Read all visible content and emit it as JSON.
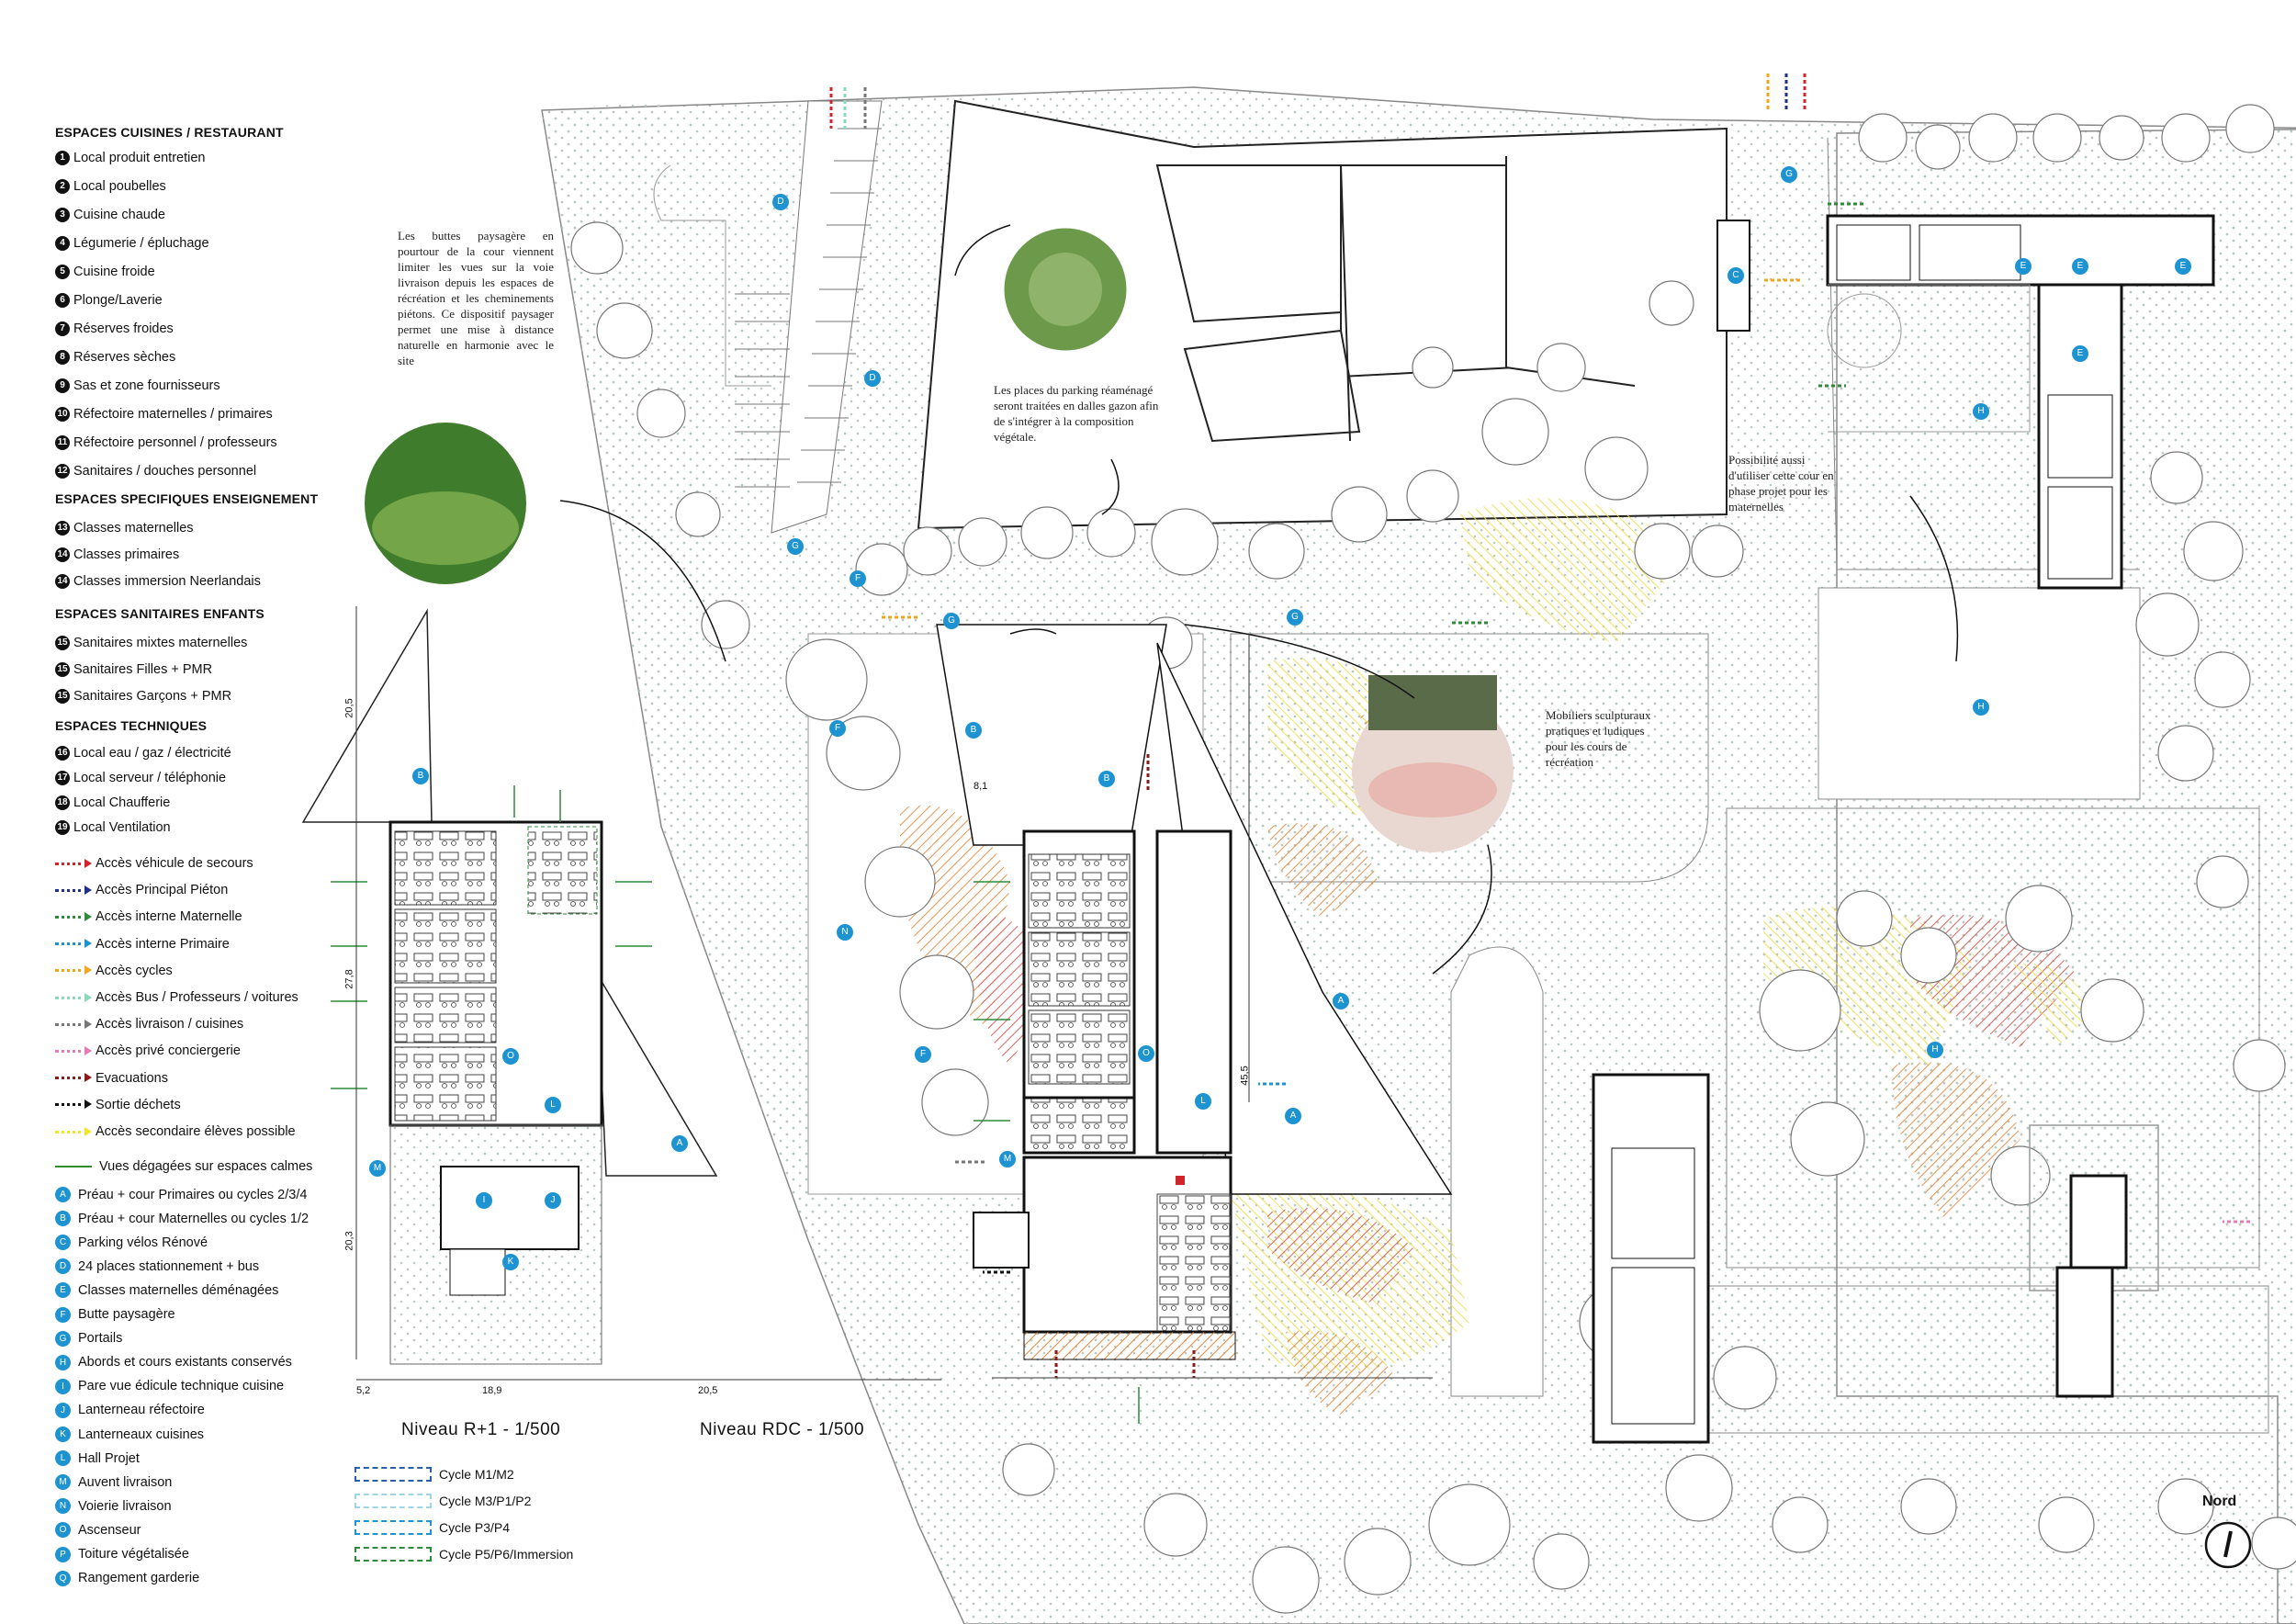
{
  "legend": {
    "cuisines_title": "ESPACES CUISINES / RESTAURANT",
    "cuisines": [
      {
        "n": "1",
        "label": "Local produit entretien"
      },
      {
        "n": "2",
        "label": "Local poubelles"
      },
      {
        "n": "3",
        "label": "Cuisine chaude"
      },
      {
        "n": "4",
        "label": "Légumerie / épluchage"
      },
      {
        "n": "5",
        "label": "Cuisine froide"
      },
      {
        "n": "6",
        "label": "Plonge/Laverie"
      },
      {
        "n": "7",
        "label": "Réserves froides"
      },
      {
        "n": "8",
        "label": "Réserves sèches"
      },
      {
        "n": "9",
        "label": "Sas et zone fournisseurs"
      },
      {
        "n": "10",
        "label": "Réfectoire maternelles / primaires"
      },
      {
        "n": "11",
        "label": "Réfectoire personnel / professeurs"
      },
      {
        "n": "12",
        "label": "Sanitaires / douches personnel"
      }
    ],
    "enseignement_title": "ESPACES SPECIFIQUES ENSEIGNEMENT",
    "enseignement": [
      {
        "n": "13",
        "label": "Classes maternelles"
      },
      {
        "n": "14",
        "label": "Classes primaires"
      },
      {
        "n": "14",
        "label": "Classes immersion Neerlandais"
      }
    ],
    "sanitaires_title": "ESPACES SANITAIRES ENFANTS",
    "sanitaires": [
      {
        "n": "15",
        "label": "Sanitaires mixtes maternelles"
      },
      {
        "n": "15",
        "label": "Sanitaires Filles + PMR"
      },
      {
        "n": "15",
        "label": "Sanitaires Garçons + PMR"
      }
    ],
    "techniques_title": "ESPACES TECHNIQUES",
    "techniques": [
      {
        "n": "16",
        "label": "Local eau / gaz / électricité"
      },
      {
        "n": "17",
        "label": "Local serveur / téléphonie"
      },
      {
        "n": "18",
        "label": "Local Chaufferie"
      },
      {
        "n": "19",
        "label": "Local Ventilation"
      }
    ],
    "acces": [
      {
        "color": "#d0242a",
        "label": "Accès véhicule de secours"
      },
      {
        "color": "#1f2f8c",
        "label": "Accès Principal Piéton"
      },
      {
        "color": "#2e8b3a",
        "label": "Accès interne Maternelle"
      },
      {
        "color": "#1e93d2",
        "label": "Accès interne Primaire"
      },
      {
        "color": "#f1a51c",
        "label": "Accès cycles"
      },
      {
        "color": "#8ad9b8",
        "label": "Accès Bus / Professeurs / voitures"
      },
      {
        "color": "#777777",
        "label": "Accès livraison / cuisines"
      },
      {
        "color": "#e97bb4",
        "label": "Accès privé conciergerie"
      },
      {
        "color": "#8b1a1a",
        "label": "Evacuations"
      },
      {
        "color": "#111111",
        "label": "Sortie déchets"
      },
      {
        "color": "#f3e52a",
        "label": "Accès secondaire élèves possible"
      }
    ],
    "vues_label": "Vues dégagées sur espaces calmes",
    "lettres": [
      {
        "l": "A",
        "label": "Préau + cour Primaires ou cycles 2/3/4"
      },
      {
        "l": "B",
        "label": "Préau + cour Maternelles ou cycles 1/2"
      },
      {
        "l": "C",
        "label": "Parking vélos Rénové"
      },
      {
        "l": "D",
        "label": "24 places stationnement + bus"
      },
      {
        "l": "E",
        "label": "Classes maternelles déménagées"
      },
      {
        "l": "F",
        "label": "Butte paysagère"
      },
      {
        "l": "G",
        "label": "Portails"
      },
      {
        "l": "H",
        "label": "Abords et cours existants conservés"
      },
      {
        "l": "I",
        "label": "Pare vue édicule technique cuisine"
      },
      {
        "l": "J",
        "label": "Lanterneau réfectoire"
      },
      {
        "l": "K",
        "label": "Lanterneaux cuisines"
      },
      {
        "l": "L",
        "label": "Hall Projet"
      },
      {
        "l": "M",
        "label": "Auvent livraison"
      },
      {
        "l": "N",
        "label": "Voierie livraison"
      },
      {
        "l": "O",
        "label": "Ascenseur"
      },
      {
        "l": "P",
        "label": "Toiture végétalisée"
      },
      {
        "l": "Q",
        "label": "Rangement garderie"
      }
    ]
  },
  "cycles": [
    {
      "color": "#2a5fa8",
      "label": "Cycle M1/M2"
    },
    {
      "color": "#9ed6e6",
      "label": "Cycle M3/P1/P2"
    },
    {
      "color": "#1e93d2",
      "label": "Cycle P3/P4"
    },
    {
      "color": "#2e8b3a",
      "label": "Cycle P5/P6/Immersion"
    }
  ],
  "notes": {
    "buttes": "Les buttes paysagère en pourtour de la cour viennent limiter les vues sur la voie livraison depuis les espaces de récréation et les cheminements piétons. Ce dispositif paysager permet une mise à distance naturelle en harmonie avec le site",
    "parking": "Les places du parking réaménagé seront traitées en dalles gazon afin de s'intégrer à la composition végétale.",
    "mobiliers": "Mobiliers sculpturaux pratiques et ludiques pour les cours de récréation",
    "possibilite": "Possibilité aussi d'utiliser cette cour en phase projet pour les maternelles"
  },
  "titles": {
    "r1": "Niveau R+1 - 1/500",
    "rdc": "Niveau RDC - 1/500",
    "nord": "Nord"
  },
  "dims": {
    "d205": "20,5",
    "d278": "27,8",
    "d203": "20,3",
    "d52": "5,2",
    "d189": "18,9",
    "d81": "8,1",
    "d455": "45,5"
  },
  "plan_labels": [
    "A",
    "B",
    "C",
    "D",
    "E",
    "F",
    "G",
    "H",
    "I",
    "J",
    "K",
    "L",
    "M",
    "N",
    "O"
  ],
  "colors": {
    "accent": "#1e93d2",
    "hatch_red": "#d9534f",
    "hatch_yellow": "#f1e34a",
    "hatch_orange": "#e8873a",
    "dots": "#b8c8c0"
  }
}
